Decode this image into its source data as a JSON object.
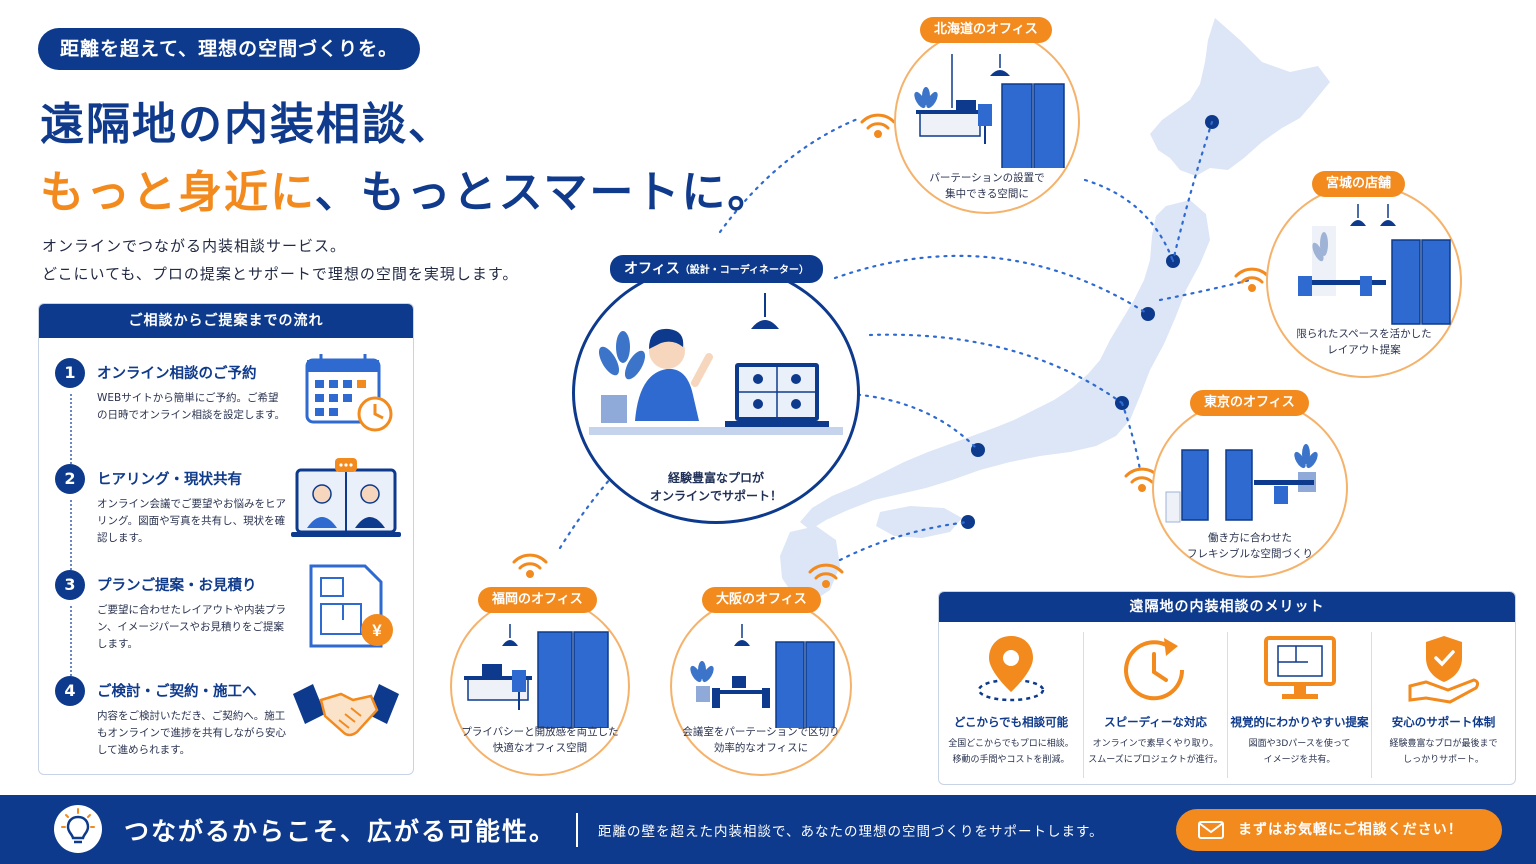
{
  "header": {
    "pill": "距離を超えて、理想の空間づくりを。",
    "headline_line1": "遠隔地の内装相談、",
    "headline_line2_orange": "もっと身近に",
    "headline_line2_rest": "、もっとスマートに。",
    "lead_line1": "オンラインでつながる内装相談サービス。",
    "lead_line2": "どこにいても、プロの提案とサポートで理想の空間を実現します。"
  },
  "flow": {
    "title": "ご相談からご提案までの流れ",
    "steps": [
      {
        "num": "1",
        "title": "オンライン相談のご予約",
        "desc": "WEBサイトから簡単にご予約。ご希望の日時でオンライン相談を設定します。",
        "icon": "calendar-clock-icon"
      },
      {
        "num": "2",
        "title": "ヒアリング・現状共有",
        "desc": "オンライン会議でご要望やお悩みをヒアリング。図面や写真を共有し、現状を確認します。",
        "icon": "video-call-icon"
      },
      {
        "num": "3",
        "title": "プランご提案・お見積り",
        "desc": "ご要望に合わせたレイアウトや内装プラン、イメージパースやお見積りをご提案します。",
        "icon": "floorplan-yen-icon"
      },
      {
        "num": "4",
        "title": "ご検討・ご契約・施工へ",
        "desc": "内容をご検討いただき、ご契約へ。施工もオンラインで進捗を共有しながら安心して進められます。",
        "icon": "handshake-icon"
      }
    ]
  },
  "center": {
    "tag": "オフィス",
    "tag_small": "（設計・コーディネーター）",
    "caption_line1": "経験豊富なプロが",
    "caption_line2": "オンラインでサポート！"
  },
  "locations": [
    {
      "tag": "北海道のオフィス",
      "cap1": "パーテーションの設置で",
      "cap2": "集中できる空間に"
    },
    {
      "tag": "宮城の店舗",
      "cap1": "限られたスペースを活かした",
      "cap2": "レイアウト提案"
    },
    {
      "tag": "東京のオフィス",
      "cap1": "働き方に合わせた",
      "cap2": "フレキシブルな空間づくり"
    },
    {
      "tag": "大阪のオフィス",
      "cap1": "会議室をパーテーションで区切り",
      "cap2": "効率的なオフィスに"
    },
    {
      "tag": "福岡のオフィス",
      "cap1": "プライバシーと開放感を両立した",
      "cap2": "快適なオフィス空間"
    }
  ],
  "merits": {
    "title": "遠隔地の内装相談のメリット",
    "items": [
      {
        "title": "どこからでも相談可能",
        "d1": "全国どこからでもプロに相談。",
        "d2": "移動の手間やコストを削減。",
        "icon": "location-pin-icon"
      },
      {
        "title": "スピーディーな対応",
        "d1": "オンラインで素早くやり取り。",
        "d2": "スムーズにプロジェクトが進行。",
        "icon": "clock-arrow-icon"
      },
      {
        "title": "視覚的にわかりやすい提案",
        "d1": "図面や3Dパースを使って",
        "d2": "イメージを共有。",
        "icon": "monitor-plan-icon"
      },
      {
        "title": "安心のサポート体制",
        "d1": "経験豊富なプロが最後まで",
        "d2": "しっかりサポート。",
        "icon": "shield-hand-icon"
      }
    ]
  },
  "footer": {
    "main": "つながるからこそ、広がる可能性。",
    "sub": "距離の壁を超えた内装相談で、あなたの理想の空間づくりをサポートします。",
    "cta": "まずはお気軽にご相談ください！"
  },
  "colors": {
    "navy": "#0d3a8c",
    "orange": "#f28a1e",
    "map": "#dce6f6"
  }
}
